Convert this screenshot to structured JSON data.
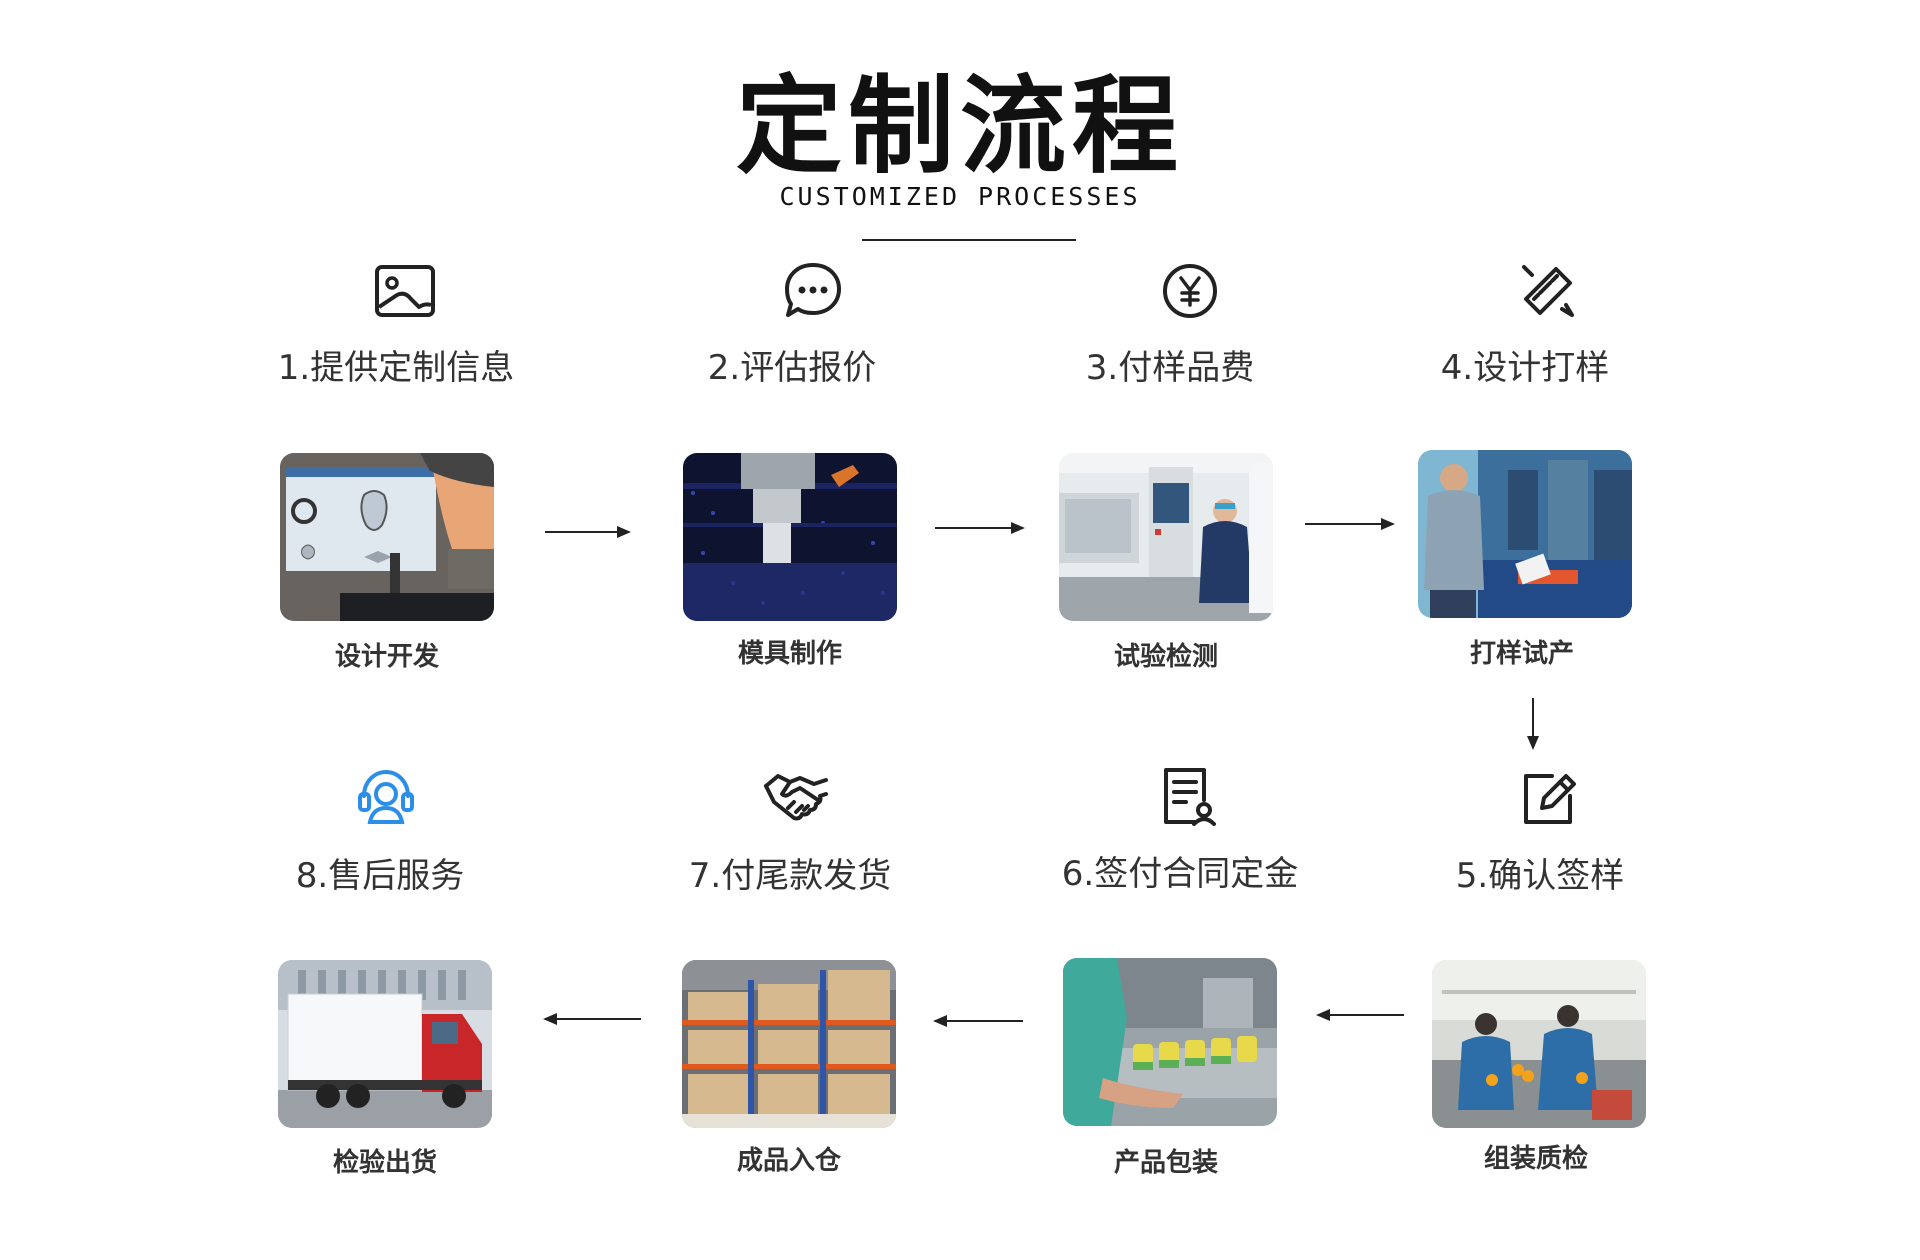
{
  "header": {
    "title": "定制流程",
    "subtitle": "CUSTOMIZED PROCESSES"
  },
  "steps": [
    {
      "label": "1.提供定制信息",
      "icon": "image-icon"
    },
    {
      "label": "2.评估报价",
      "icon": "chat-bubble-icon"
    },
    {
      "label": "3.付样品费",
      "icon": "yen-coin-icon"
    },
    {
      "label": "4.设计打样",
      "icon": "ruler-pencil-icon"
    },
    {
      "label": "5.确认签样",
      "icon": "edit-sign-icon"
    },
    {
      "label": "6.签付合同定金",
      "icon": "contract-document-icon"
    },
    {
      "label": "7.付尾款发货",
      "icon": "handshake-icon"
    },
    {
      "label": "8.售后服务",
      "icon": "customer-service-headset-icon"
    }
  ],
  "stages": [
    {
      "caption": "设计开发"
    },
    {
      "caption": "模具制作"
    },
    {
      "caption": "试验检测"
    },
    {
      "caption": "打样试产"
    },
    {
      "caption": "组装质检"
    },
    {
      "caption": "产品包装"
    },
    {
      "caption": "成品入仓"
    },
    {
      "caption": "检验出货"
    }
  ],
  "colors": {
    "service_icon": "#2b8ee8",
    "icon_stroke": "#222222"
  }
}
